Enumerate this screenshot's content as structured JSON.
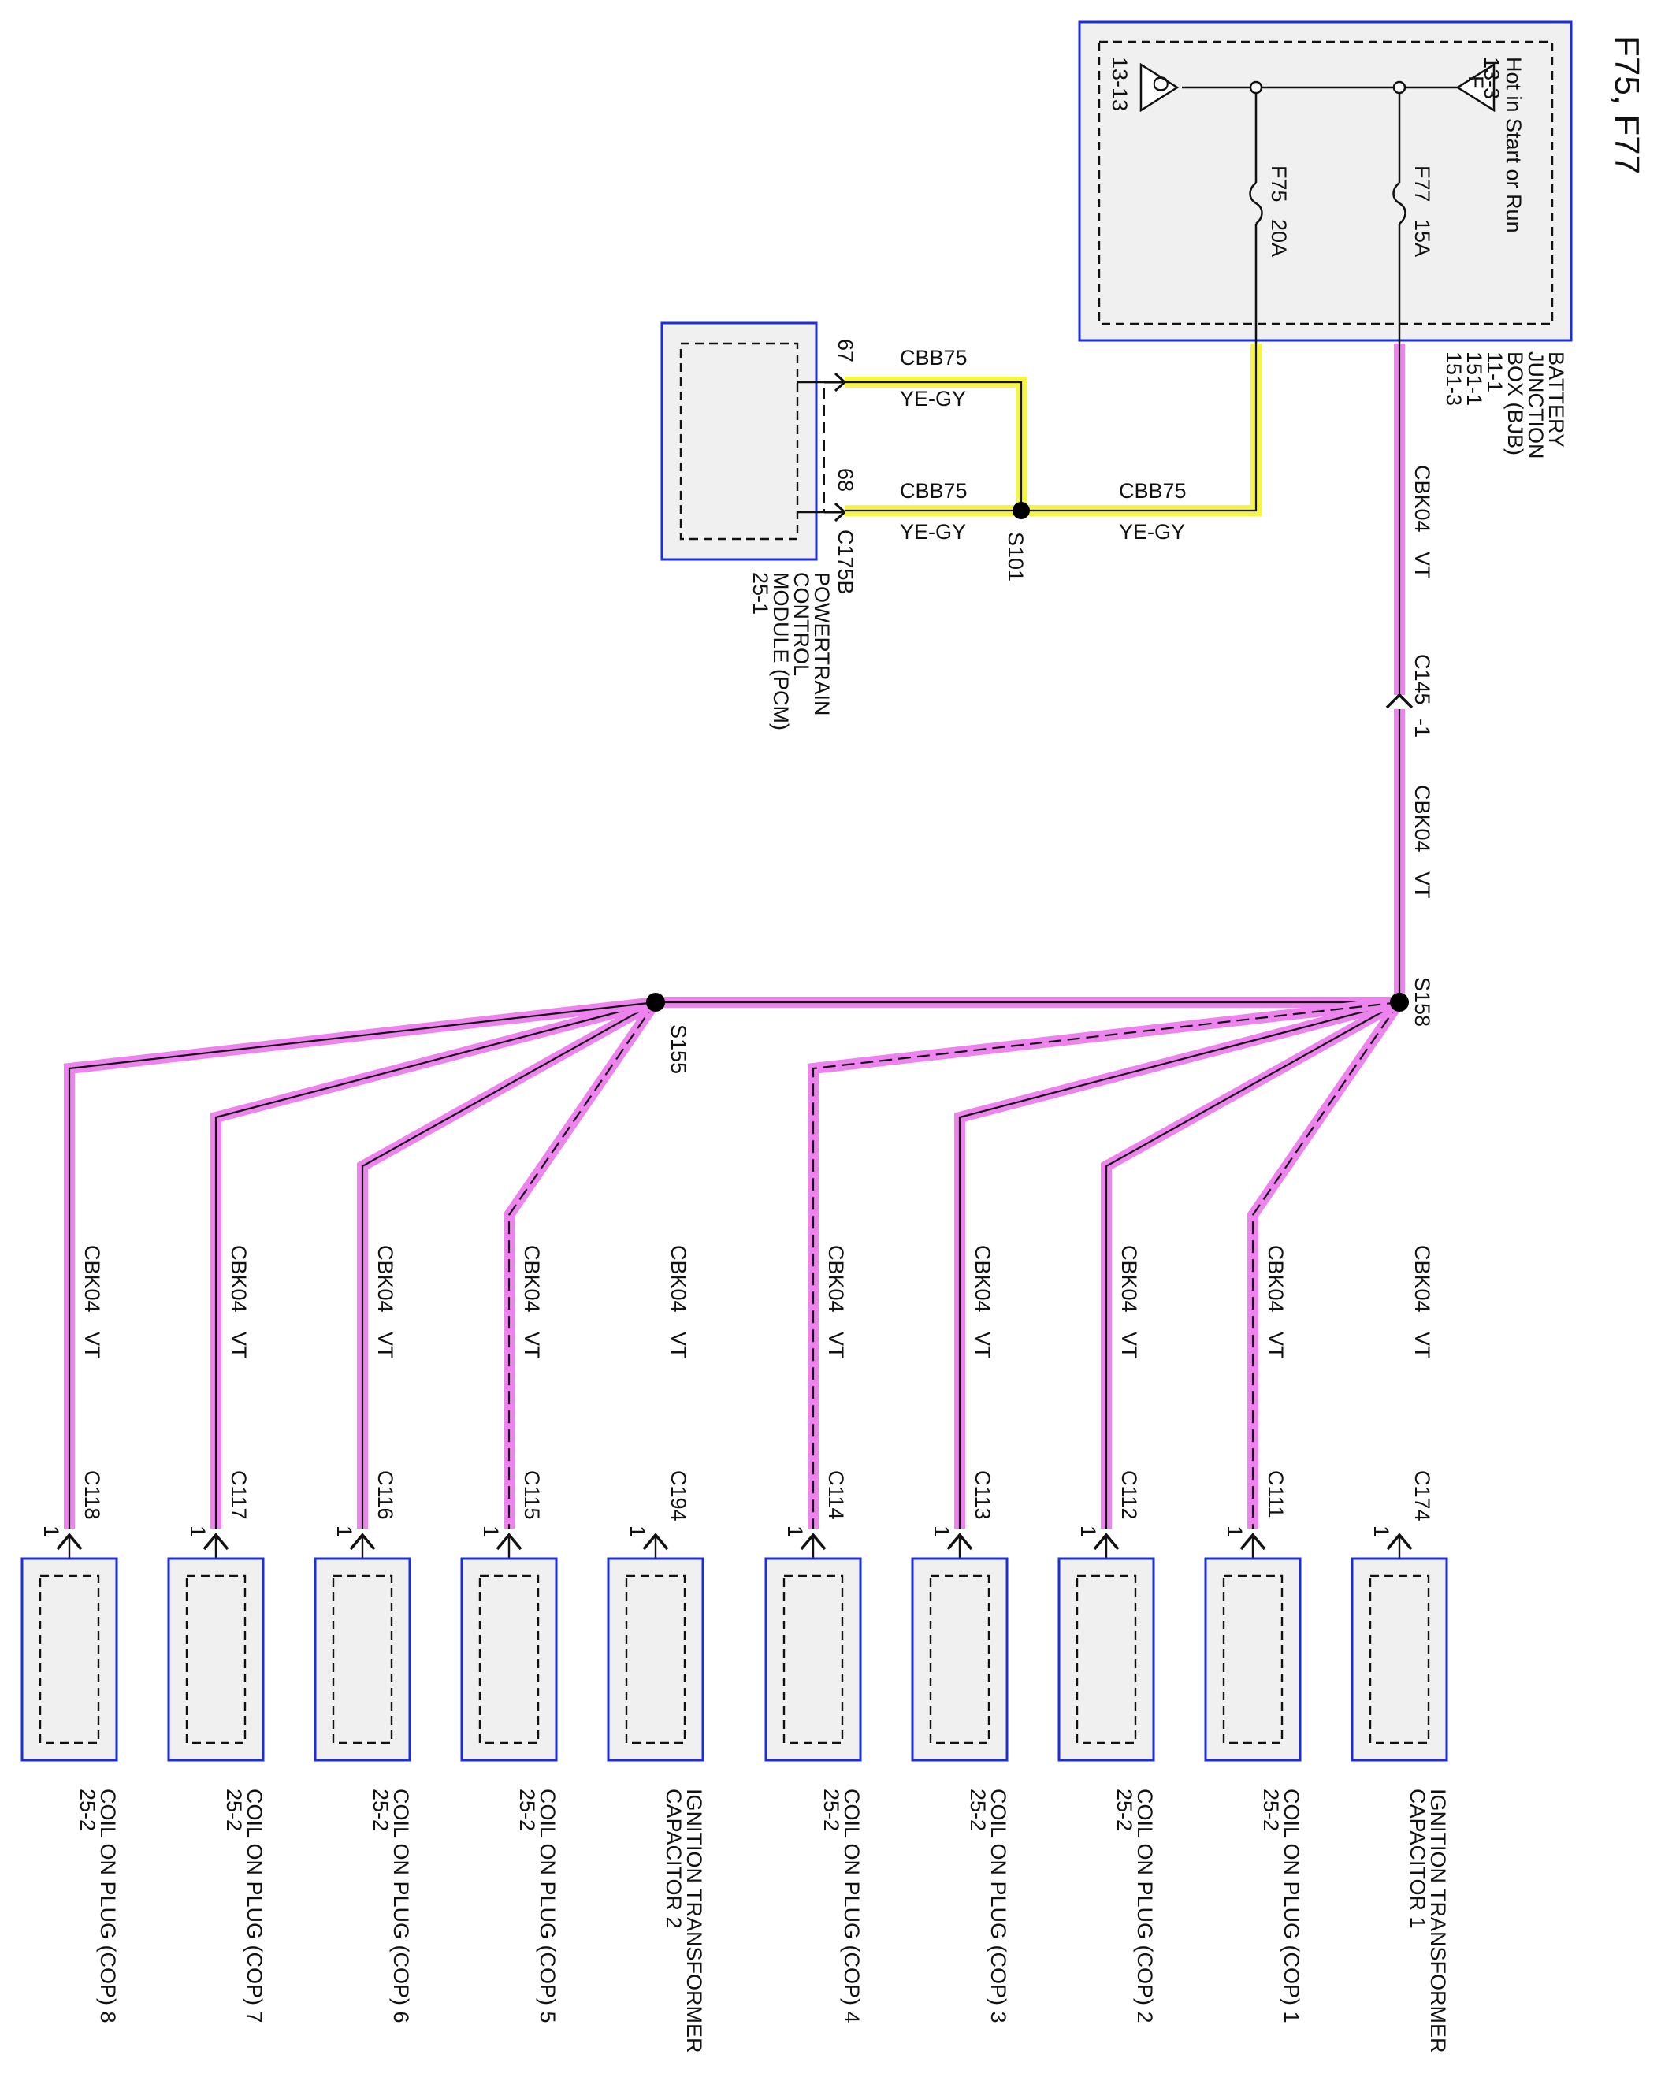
{
  "title": "F75, F77",
  "bjb": {
    "name_lines": [
      "BATTERY",
      "JUNCTION",
      "BOX (BJB)",
      "11-1",
      "151-1",
      "151-3"
    ],
    "hot_label": "Hot in Start or Run",
    "ref_left_letter": "F",
    "ref_left_page": "13-3",
    "ref_right_letter": "O",
    "ref_right_page": "13-13",
    "fuses": [
      {
        "id": "F77",
        "rating": "15A"
      },
      {
        "id": "F75",
        "rating": "20A"
      }
    ]
  },
  "pcm": {
    "connector": "C175B",
    "name_lines": [
      "POWERTRAIN",
      "CONTROL",
      "MODULE (PCM)",
      "25-1"
    ],
    "pins": [
      "67",
      "68"
    ]
  },
  "wires": {
    "cbb75": {
      "circuit": "CBB75",
      "color_code": "YE-GY",
      "color": "#f5f542"
    },
    "cbk04": {
      "circuit": "CBK04",
      "color_code": "VT",
      "color": "#ee82ee"
    }
  },
  "splices": [
    "S101",
    "S158",
    "S155"
  ],
  "inline_connector": {
    "name": "C145",
    "pin": "-1"
  },
  "loads": [
    {
      "connector": "C174",
      "pin": "1",
      "name_lines": [
        "IGNITION TRANSFORMER",
        "CAPACITOR 1"
      ]
    },
    {
      "connector": "C111",
      "pin": "1",
      "name_lines": [
        "COIL ON PLUG (COP) 1",
        "25-2"
      ]
    },
    {
      "connector": "C112",
      "pin": "1",
      "name_lines": [
        "COIL ON PLUG (COP) 2",
        "25-2"
      ]
    },
    {
      "connector": "C113",
      "pin": "1",
      "name_lines": [
        "COIL ON PLUG (COP) 3",
        "25-2"
      ]
    },
    {
      "connector": "C114",
      "pin": "1",
      "name_lines": [
        "COIL ON PLUG (COP) 4",
        "25-2"
      ]
    },
    {
      "connector": "C194",
      "pin": "1",
      "name_lines": [
        "IGNITION TRANSFORMER",
        "CAPACITOR 2"
      ]
    },
    {
      "connector": "C115",
      "pin": "1",
      "name_lines": [
        "COIL ON PLUG (COP) 5",
        "25-2"
      ]
    },
    {
      "connector": "C116",
      "pin": "1",
      "name_lines": [
        "COIL ON PLUG (COP) 6",
        "25-2"
      ]
    },
    {
      "connector": "C117",
      "pin": "1",
      "name_lines": [
        "COIL ON PLUG (COP) 7",
        "25-2"
      ]
    },
    {
      "connector": "C118",
      "pin": "1",
      "name_lines": [
        "COIL ON PLUG (COP) 8",
        "25-2"
      ]
    }
  ],
  "load_page_ref": "25-2"
}
